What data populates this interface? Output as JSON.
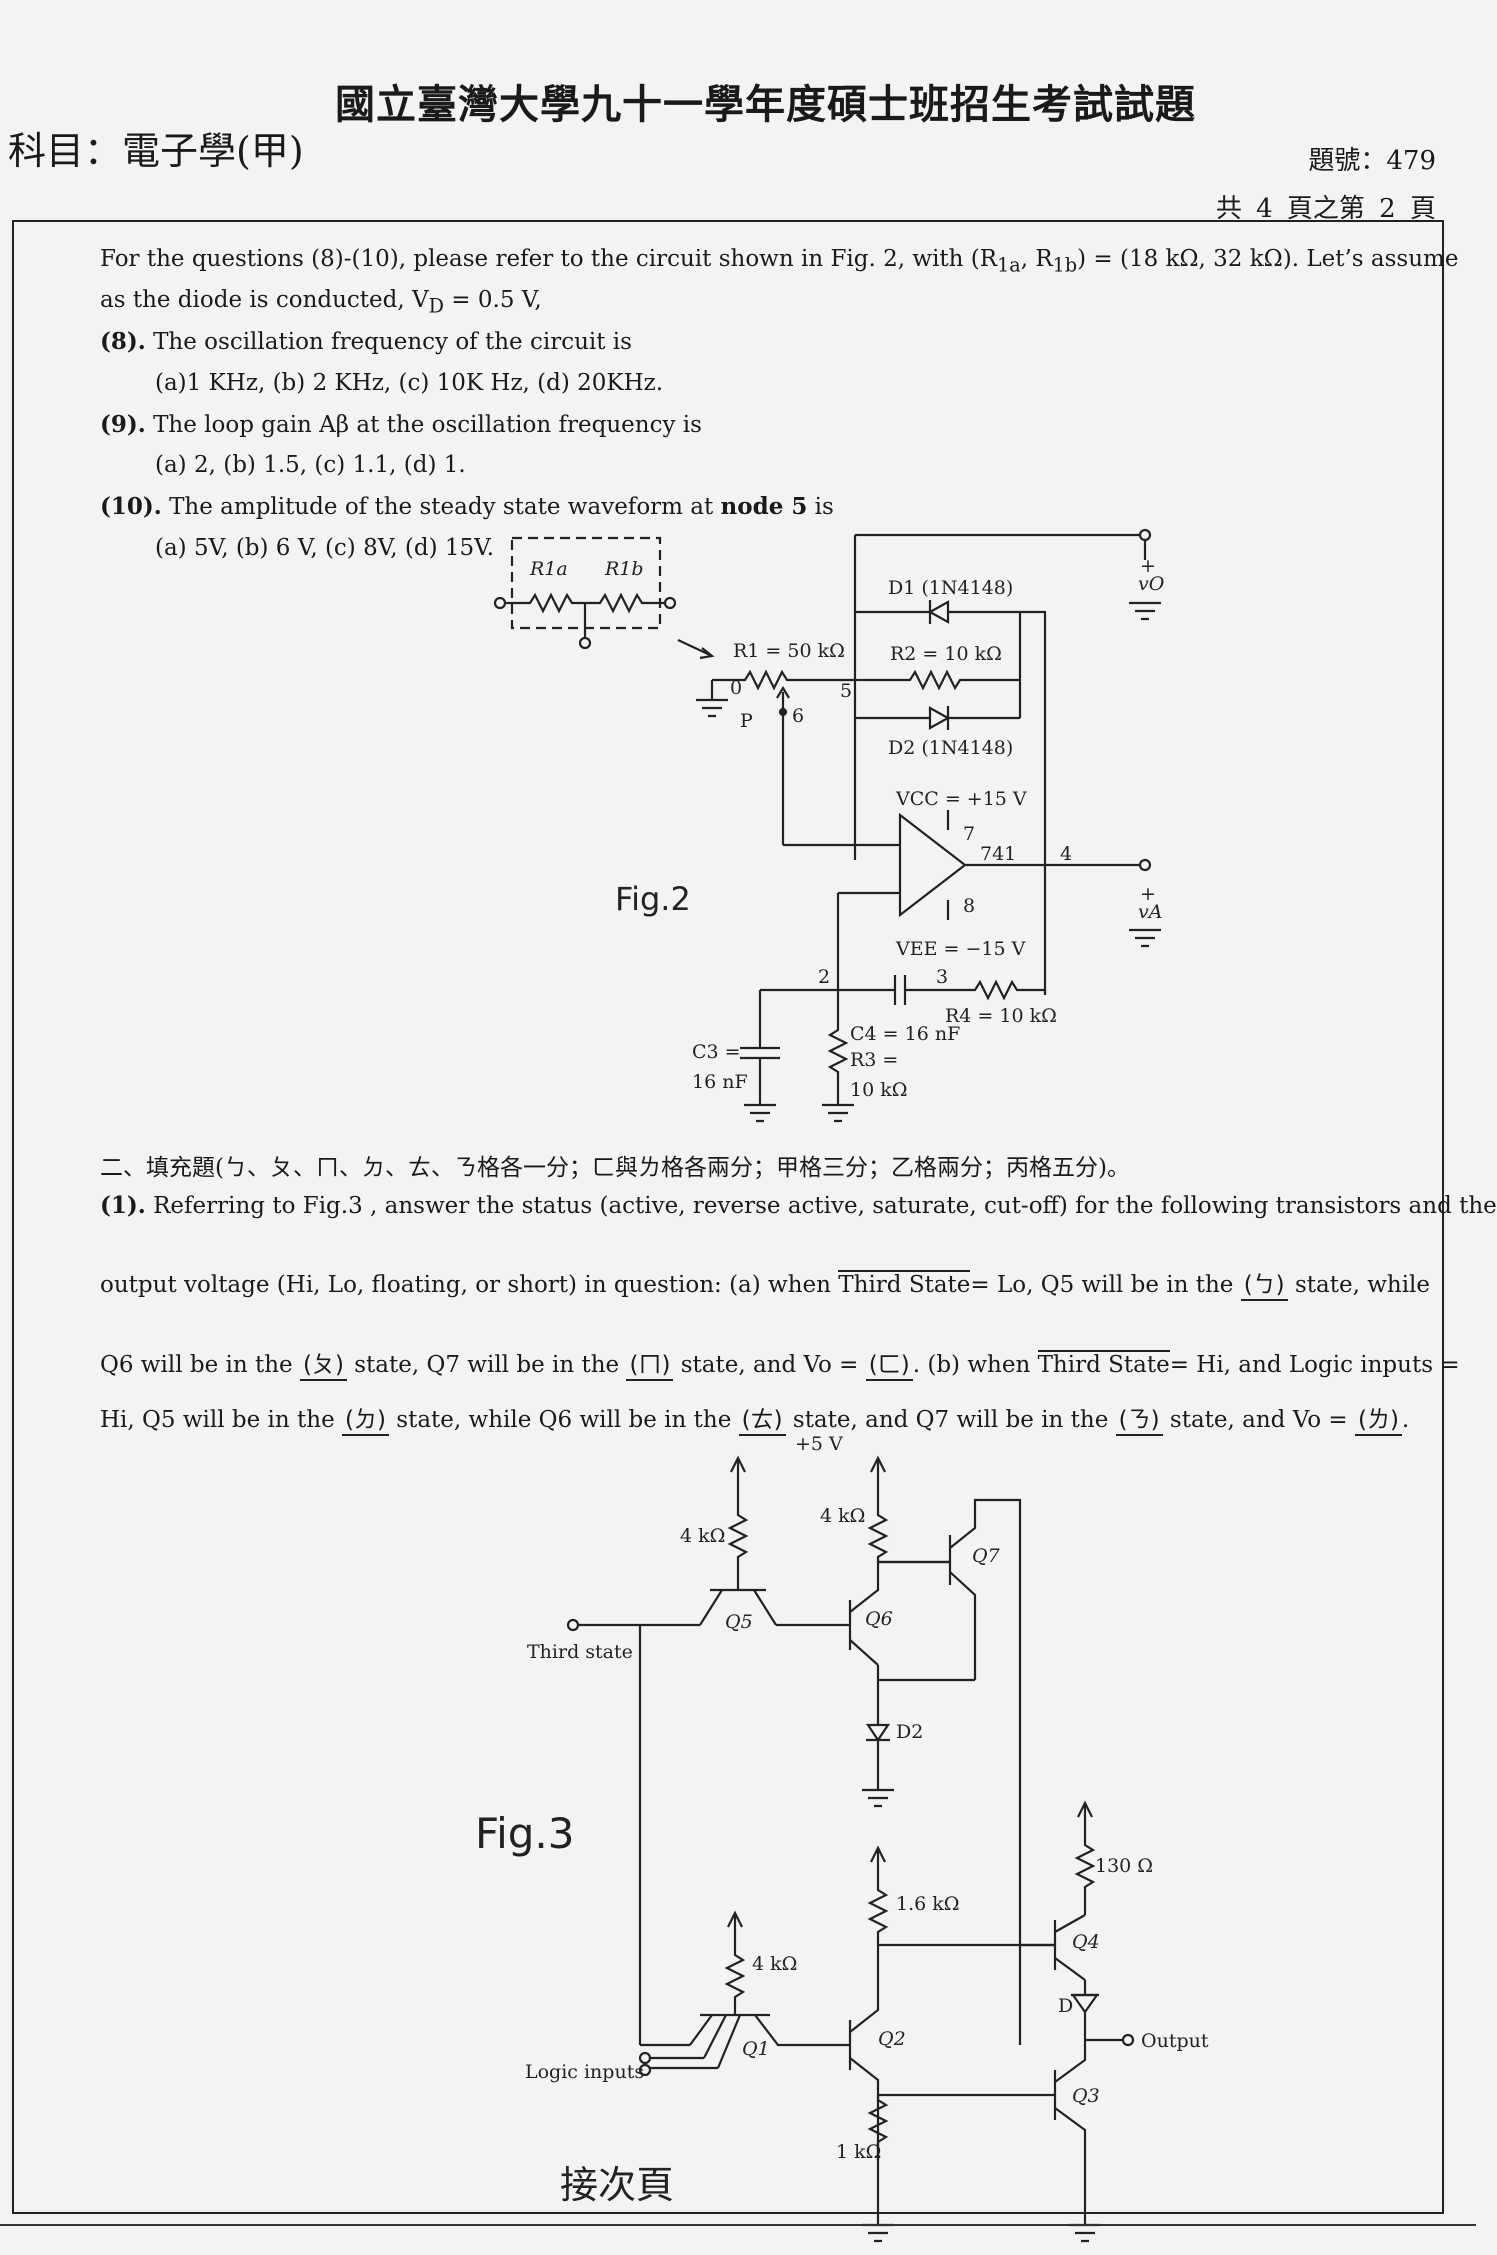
{
  "header": {
    "title": "國立臺灣大學九十一學年度碩士班招生考試試題",
    "subject": "科目：電子學(甲)",
    "question_number": "題號：479",
    "page_info": "共 4 頁之第 2 頁"
  },
  "intro": {
    "line1": "For the questions (8)-(10), please refer to the circuit shown in Fig. 2, with (R",
    "line2": "as the diode is conducted, V"
  },
  "questions": [
    {
      "num": "(8).",
      "text": "The oscillation frequency of the circuit is",
      "options": "(a)1 KHz, (b) 2 KHz, (c) 10K Hz, (d) 20KHz."
    },
    {
      "num": "(9).",
      "text": "The loop gain Aβ at the oscillation frequency is",
      "options": "(a) 2, (b) 1.5, (c) 1.1, (d) 1."
    },
    {
      "num": "(10).",
      "text": "The amplitude of the steady state waveform at",
      "node": "node 5",
      "text_end": "is",
      "options": "(a) 5V, (b) 6 V, (c) 8V, (d) 15V."
    }
  ],
  "fig2": {
    "label": "Fig.2",
    "r1a": "R1a",
    "r1b": "R1b",
    "d1": "D1 (1N4148)",
    "d2": "D2 (1N4148)",
    "r1": "R1 = 50 kΩ",
    "r2": "R2 = 10 kΩ",
    "vcc": "VCC = +15 V",
    "vee": "VEE = −15 V",
    "op": "741",
    "r4": "R4 = 10 kΩ",
    "c4": "C4 = 16 nF",
    "r3": "R3 =",
    "r3v": "10 kΩ",
    "c3": "C3 =",
    "c3v": "16 nF",
    "vo": "vO",
    "va": "vA",
    "nodes": [
      "0",
      "P",
      "6",
      "5",
      "7",
      "4",
      "8",
      "2",
      "3"
    ]
  },
  "section2": {
    "heading": "二、填充題(ㄅ、ㄆ、ㄇ、ㄉ、ㄊ、ㄋ格各一分；ㄈ與ㄌ格各兩分；甲格三分；乙格兩分；丙格五分)。",
    "q1_num": "(1).",
    "q1_line1": "Referring to Fig.3 , answer the status (active, reverse active, saturate, cut-off) for the following transistors and the",
    "q1_line2a": "output voltage (Hi, Lo, floating, or short) in question: (a) when",
    "third_state": "Third State",
    "q1_line2b": "= Lo, Q5 will be in the",
    "q1_line2c": "state, while",
    "q1_line3a": "Q6 will be in the",
    "q1_line3b": "state, Q7 will be in the",
    "q1_line3c": "state, and Vo =",
    "q1_line3d": ". (b) when",
    "q1_line3e": "= Hi, and Logic inputs =",
    "q1_line4a": "Hi, Q5 will be in the",
    "q1_line4b": "state, while Q6 will be in the",
    "q1_line4c": "state, and Q7 will be in the",
    "q1_line4d": "state, and Vo =",
    "blanks": [
      "(ㄅ)",
      "(ㄆ)",
      "(ㄇ)",
      "(ㄈ)",
      "(ㄉ)",
      "(ㄊ)",
      "(ㄋ)",
      "(ㄌ)"
    ]
  },
  "fig3": {
    "label": "Fig.3",
    "supply": "+5 V",
    "r_4k": "4 kΩ",
    "r_1_6k": "1.6 kΩ",
    "r_130": "130 Ω",
    "r_1k": "1 kΩ",
    "third_state": "Third state",
    "logic_inputs": "Logic inputs",
    "output": "Output",
    "q": [
      "Q1",
      "Q2",
      "Q3",
      "Q4",
      "Q5",
      "Q6",
      "Q7"
    ],
    "d": "D",
    "d2": "D2"
  },
  "footer": {
    "continue": "接次頁"
  }
}
